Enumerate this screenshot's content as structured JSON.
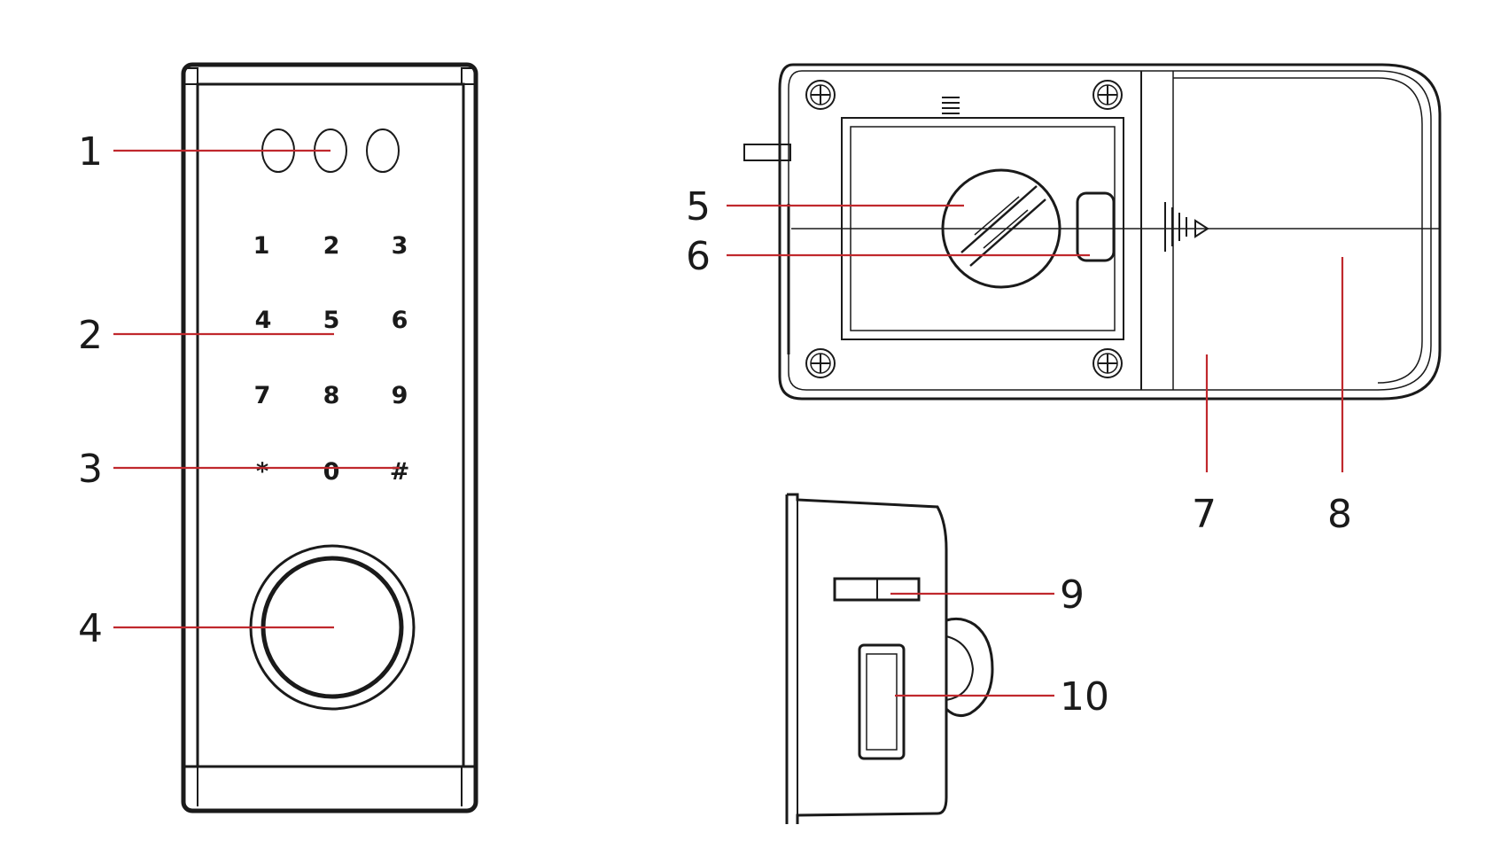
{
  "figures": {
    "front_view": {
      "keypad_keys": [
        "1",
        "2",
        "3",
        "4",
        "5",
        "6",
        "7",
        "8",
        "9",
        "*",
        "0",
        "#"
      ]
    },
    "callouts": [
      {
        "id": "1",
        "label": "1"
      },
      {
        "id": "2",
        "label": "2"
      },
      {
        "id": "3",
        "label": "3"
      },
      {
        "id": "4",
        "label": "4"
      },
      {
        "id": "5",
        "label": "5"
      },
      {
        "id": "6",
        "label": "6"
      },
      {
        "id": "7",
        "label": "7"
      },
      {
        "id": "8",
        "label": "8"
      },
      {
        "id": "9",
        "label": "9"
      },
      {
        "id": "10",
        "label": "10"
      }
    ]
  },
  "colors": {
    "leader_line": "#c0282d",
    "ink": "#1a1a1a"
  }
}
